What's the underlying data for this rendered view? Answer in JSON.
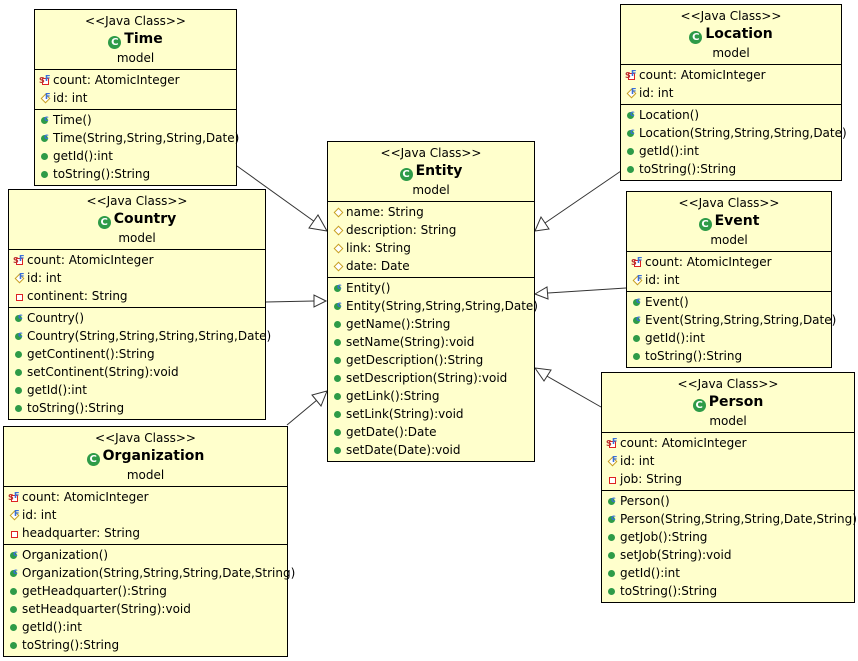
{
  "stereotype": "<<Java Class>>",
  "package": "model",
  "classes": {
    "time": {
      "name": "Time",
      "fields": [
        "count: AtomicInteger",
        "id: int"
      ],
      "methods": [
        "Time()",
        "Time(String,String,String,Date)",
        "getId():int",
        "toString():String"
      ]
    },
    "country": {
      "name": "Country",
      "fields": [
        "count: AtomicInteger",
        "id: int",
        "continent: String"
      ],
      "methods": [
        "Country()",
        "Country(String,String,String,String,Date)",
        "getContinent():String",
        "setContinent(String):void",
        "getId():int",
        "toString():String"
      ]
    },
    "organization": {
      "name": "Organization",
      "fields": [
        "count: AtomicInteger",
        "id: int",
        "headquarter: String"
      ],
      "methods": [
        "Organization()",
        "Organization(String,String,String,Date,String)",
        "getHeadquarter():String",
        "setHeadquarter(String):void",
        "getId():int",
        "toString():String"
      ]
    },
    "entity": {
      "name": "Entity",
      "fields": [
        "name: String",
        "description: String",
        "link: String",
        "date: Date"
      ],
      "methods": [
        "Entity()",
        "Entity(String,String,String,Date)",
        "getName():String",
        "setName(String):void",
        "getDescription():String",
        "setDescription(String):void",
        "getLink():String",
        "setLink(String):void",
        "getDate():Date",
        "setDate(Date):void"
      ]
    },
    "location": {
      "name": "Location",
      "fields": [
        "count: AtomicInteger",
        "id: int"
      ],
      "methods": [
        "Location()",
        "Location(String,String,String,Date)",
        "getId():int",
        "toString():String"
      ]
    },
    "event": {
      "name": "Event",
      "fields": [
        "count: AtomicInteger",
        "id: int"
      ],
      "methods": [
        "Event()",
        "Event(String,String,String,Date)",
        "getId():int",
        "toString():String"
      ]
    },
    "person": {
      "name": "Person",
      "fields": [
        "count: AtomicInteger",
        "id: int",
        "job: String"
      ],
      "methods": [
        "Person()",
        "Person(String,String,String,Date,String)",
        "getJob():String",
        "setJob(String):void",
        "getId():int",
        "toString():String"
      ]
    }
  },
  "icons": {
    "class": "class-icon",
    "static-final-field": "static-final-field-icon",
    "final-field": "final-field-icon",
    "private-field": "private-field-icon",
    "protected-field": "protected-field-icon",
    "public-method": "public-method-icon",
    "constructor": "constructor-icon"
  },
  "colors": {
    "box_fill": "#ffffcc",
    "class_icon": "#2e9b48"
  }
}
